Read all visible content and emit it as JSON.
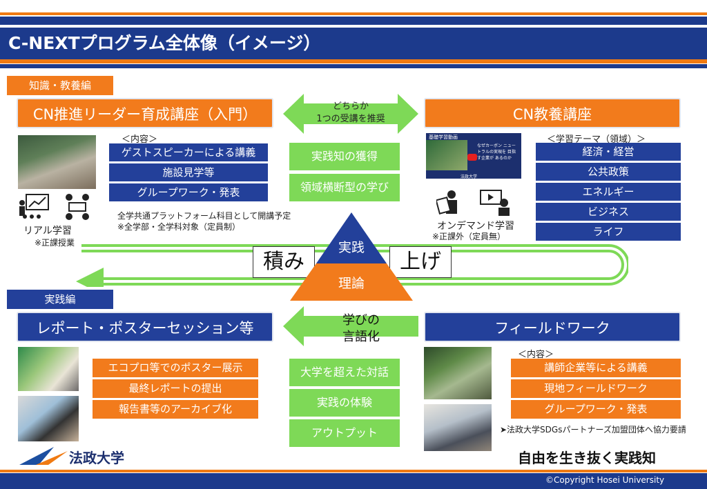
{
  "title": "C-NEXTプログラム全体像（イメージ）",
  "sections": {
    "knowledge_tag": "知識・教養編",
    "practice_tag": "実践編"
  },
  "cn_intro": {
    "header": "CN推進リーダー育成講座（入門）",
    "content_label": "＜内容＞",
    "items": [
      "ゲストスピーカーによる講義",
      "施設見学等",
      "グループワーク・発表"
    ],
    "note1": "全学共通プラットフォーム科目として開講予定",
    "note2": "※全学部・全学科対象（定員制）",
    "mode": "リアル学習",
    "mode_note": "※正課授業"
  },
  "center_top": {
    "arrow_text1": "どちらか",
    "arrow_text2": "1つの受講を推奨",
    "items": [
      "実践知の獲得",
      "領域横断型の学び"
    ]
  },
  "cn_culture": {
    "header": "CN教養講座",
    "theme_label": "＜学習テーマ（領域）＞",
    "themes": [
      "経済・経営",
      "公共政策",
      "エネルギー",
      "ビジネス",
      "ライフ"
    ],
    "mode": "オンデマンド学習",
    "mode_note": "※正課外（定員無）",
    "video_title": "基礎学習動画",
    "video_text": "なぜカーボン ニュートラルの実現を 目指す企業が あるのか",
    "video_univ": "法政大学"
  },
  "loop": {
    "left": "積み",
    "right": "上げ",
    "tri_top": "実践",
    "tri_bottom": "理論"
  },
  "center_bottom": {
    "arrow_text1": "学びの",
    "arrow_text2": "言語化",
    "items": [
      "大学を超えた対話",
      "実践の体験",
      "アウトプット"
    ]
  },
  "report": {
    "header": "レポート・ポスターセッション等",
    "items": [
      "エコプロ等でのポスター展示",
      "最終レポートの提出",
      "報告書等のアーカイブ化"
    ]
  },
  "fieldwork": {
    "header": "フィールドワーク",
    "content_label": "＜内容＞",
    "items": [
      "講師企業等による講義",
      "現地フィールドワーク",
      "グループワーク・発表"
    ],
    "note": "➤法政大学SDGsパートナーズ加盟団体へ協力要請"
  },
  "footer": {
    "logo_text": "法政大学",
    "slogan": "自由を生き抜く実践知",
    "copyright": "©Copyright Hosei University"
  },
  "colors": {
    "navy": "#1c3a8c",
    "orange": "#f07a12",
    "green": "#7ed957"
  }
}
